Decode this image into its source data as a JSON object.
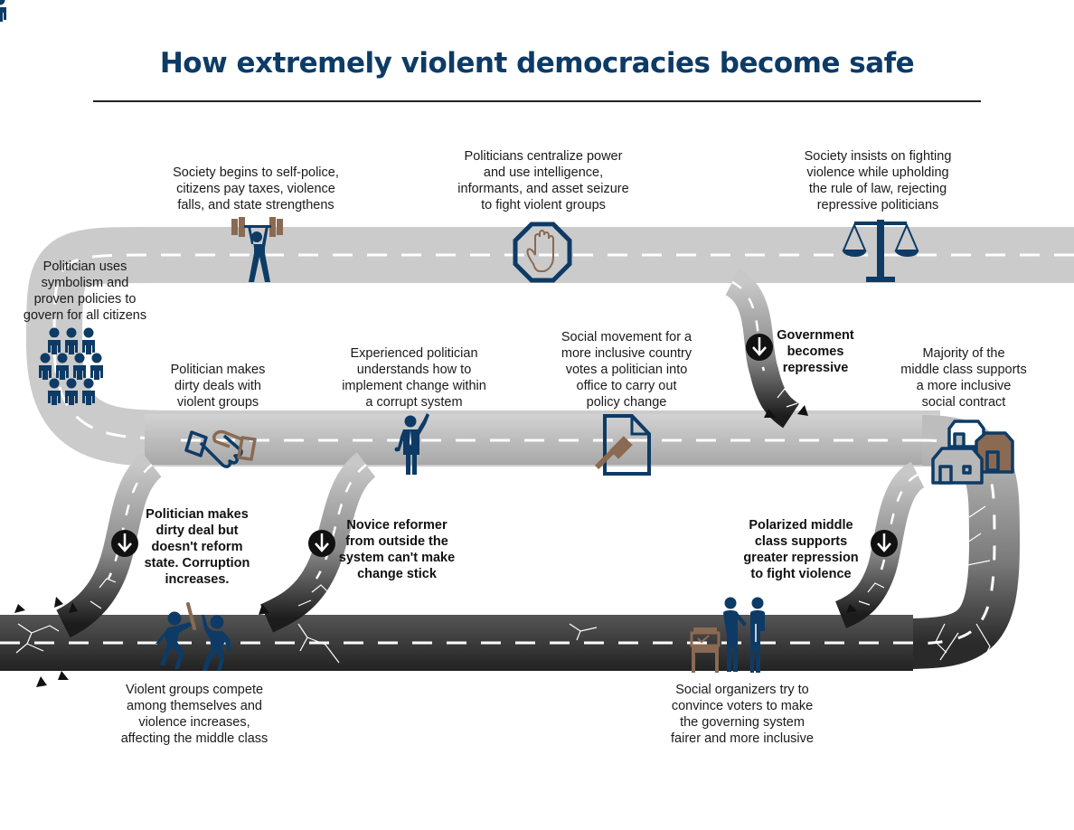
{
  "title": "How extremely violent democracies become safe",
  "colors": {
    "title": "#0d3b66",
    "icon_navy": "#0d3b66",
    "icon_brown": "#8a6a52",
    "road_light": "#cccccc",
    "road_mid": "#9a9a9a",
    "road_dark": "#2b2b2b",
    "lane_marking": "#ffffff",
    "arrow_badge": "#111111"
  },
  "steps": {
    "top_left_curve": {
      "text": "Politician uses\nsymbolism and\nproven policies to\ngovern for all citizens",
      "icon": "crowd-icon"
    },
    "top_1": {
      "text": "Society begins to self-police,\ncitizens pay taxes, violence\nfalls, and state strengthens",
      "icon": "weightlifter-icon"
    },
    "top_2": {
      "text": "Politicians centralize power\nand use intelligence,\ninformants, and asset seizure\nto fight violent groups",
      "icon": "stop-hand-icon"
    },
    "top_3": {
      "text": "Society insists on fighting\nviolence while upholding\nthe rule of law, rejecting\nrepressive politicians",
      "icon": "scales-of-justice-icon"
    },
    "middle_1": {
      "text": "Politician makes\ndirty deals with\nviolent groups",
      "icon": "handshake-icon"
    },
    "middle_2": {
      "text": "Experienced politician\nunderstands how to\nimplement change within\na corrupt system",
      "icon": "politician-raising-hand-icon"
    },
    "middle_3": {
      "text": "Social movement for a\nmore inclusive country\nvotes a politician into\noffice to carry out\npolicy change",
      "icon": "document-gavel-icon"
    },
    "middle_4": {
      "text": "Majority of the\nmiddle class supports\na more inclusive\nsocial contract",
      "icon": "houses-icon"
    },
    "bottom_1": {
      "text": "Violent groups compete\namong themselves and\nviolence increases,\naffecting the middle class",
      "icon": "fighting-people-icon"
    },
    "bottom_2": {
      "text": "Social organizers try to\nconvince voters to make\nthe governing system\nfairer and more inclusive",
      "icon": "ballot-box-people-icon"
    }
  },
  "declines": {
    "decline_1": {
      "text": "Politician makes\ndirty deal but\ndoesn't reform\nstate. Corruption\nincreases.",
      "icon": "down-arrow-icon"
    },
    "decline_2": {
      "text": "Novice reformer\nfrom outside the\nsystem can't make\nchange stick",
      "icon": "down-arrow-icon"
    },
    "decline_3": {
      "text": "Government\nbecomes\nrepressive",
      "icon": "down-arrow-icon"
    },
    "decline_4": {
      "text": "Polarized middle\nclass supports\ngreater repression\nto fight violence",
      "icon": "down-arrow-icon"
    }
  }
}
